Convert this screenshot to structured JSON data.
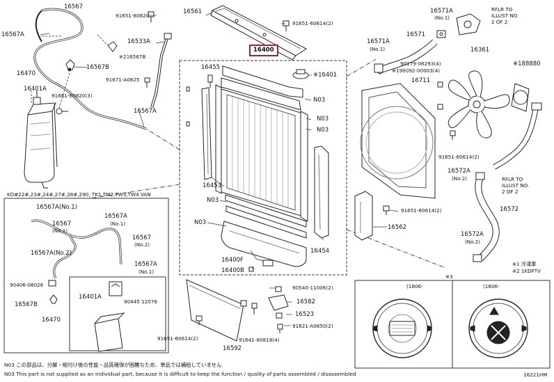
{
  "diagram_title": "",
  "highlight_color": "#a0203a",
  "labels": {
    "p16567_top": "16567",
    "p16567a_left": "16567A",
    "p16470": "16470",
    "p16401a": "16401A",
    "p91661": "91661-60820(3)",
    "p16567b": "16567B",
    "p91651_a": "91651-80820",
    "p16561": "16561",
    "p91651_b": "91651-60614(2)",
    "p16533a": "16533A",
    "p216567b": "※216567B",
    "p91671": "91671-A0825",
    "p16567a_mid": "16567A",
    "p16400": "16400",
    "p16455": "16455",
    "p16401": "※16401",
    "n03_1": "N03",
    "n03_2": "N03",
    "n03_3": "N03",
    "p16453": "16453",
    "n03_4": "N03",
    "n03_5": "N03",
    "p16400f": "16400F",
    "p16400b": "16400B",
    "p16571a_top": "16571A",
    "p16571a_top_sub": "(No.1)",
    "p16571a_mid": "16571A",
    "p16571a_mid_sub": "(No.1)",
    "p16571": "16571",
    "rflr_top_1": "RFLR TO",
    "rflr_top_2": "ILLUST NO.",
    "rflr_top_3": "2 OF 2",
    "p16361": "16361",
    "p188880": "※188880",
    "p90179": "90179-06293(4)",
    "p90092": "※190092-00003(4)",
    "p16711": "16711",
    "p91651_c": "91651-60614(2)",
    "p16572a_top": "16572A",
    "p16572a_top_sub": "(No.2)",
    "rflr_low_1": "RFLR TO",
    "rflr_low_2": "ILLUST NO.",
    "rflr_low_3": "2 OF 2",
    "p16572": "16572",
    "p91651_d": "91651-60614(2)",
    "p16562": "16562",
    "p16454": "16454",
    "p16572a_low": "16572A",
    "p16572a_low_sub": "(No.2)",
    "note1": "※1 冷凍車",
    "note2": "※2 1KDFTV",
    "kd_header": "KD#22#,23#,24#,27#,28#,290, TK1,TM2,TW3,TW4 VAN",
    "i16567a_no1": "16567A(No.1)",
    "i16567_no1_a": "16567",
    "i16567_no1_b": "(No.1)",
    "i16567a_no1_b": "16567A",
    "i16567a_no1_b_sub": "(No.1)",
    "i16567_no2_a": "16567",
    "i16567_no2_b": "(No.2)",
    "i16567a_no2": "16567A(No.2)",
    "i16567a_no1_c": "16567A",
    "i16567a_no1_c_sub": "(No.1)",
    "i90406": "90406-08026",
    "i16567b": "16567B",
    "i16470": "16470",
    "i16401a": "16401A",
    "i90445": "90445 12076",
    "p16592": "16592",
    "p91651_e": "91651-60614(2)",
    "p91641": "91641-80818(4)",
    "p90540": "90540-11006(2)",
    "p16582": "16582",
    "p16523": "16523",
    "p91621": "91621-A0850(2)",
    "star3": "※3",
    "cap_1806_a": "(1806-",
    "cap_1806_b": "(1806-",
    "cap_code": "16221HM",
    "foot1": "N03 この部品は、分解・組付け後の性能・品質確保が困難なため、単品では補給していません",
    "foot2": "N03 This part is not supplied as an individual part, because it is difficult to keep the function / quality of parts assembled / disassembled"
  }
}
